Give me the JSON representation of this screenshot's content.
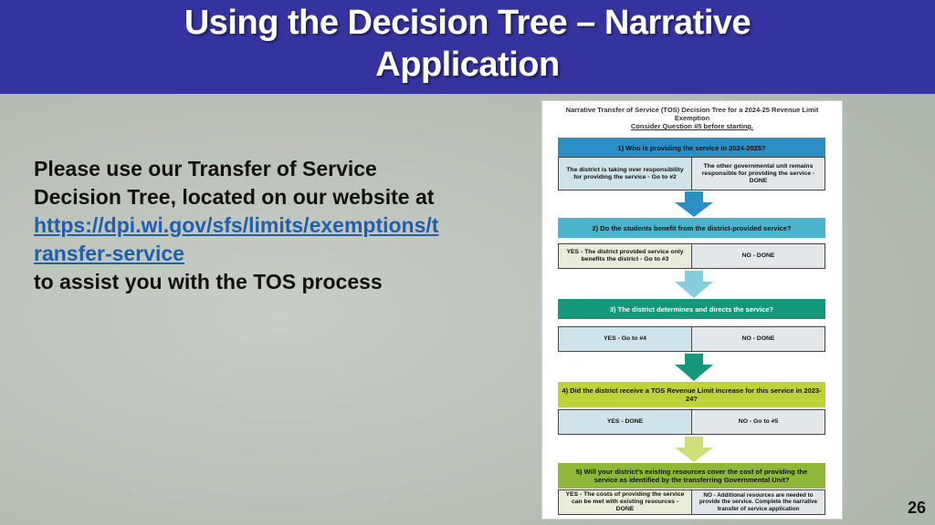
{
  "slide": {
    "title_line1": "Using the Decision Tree – Narrative",
    "title_line2": "Application",
    "body_line1": "Please use our Transfer of Service Decision Tree, located on our website at",
    "link": "https://dpi.wi.gov/sfs/limits/exemptions/transfer-service",
    "body_line2": "to assist you with the TOS process",
    "page_number": "26"
  },
  "tree": {
    "title": "Narrative Transfer of Service (TOS) Decision Tree for a 2024-25 Revenue Limit Exemption",
    "subtitle": "Consider Question #5 before starting.",
    "q1": "1)  Who is providing the service in 2024-2025?",
    "q1_a": "The district is taking over responsibility for providing the service - Go to #2",
    "q1_b": "The other governmental unit remains responsible for providing the service - DONE",
    "q2": "2)  Do the students benefit from the district-provided service?",
    "q2_a": "YES - The district provided service only benefits the district - Go to #3",
    "q2_b": "NO - DONE",
    "q3": "3)  The district determines and directs the service?",
    "q3_a": "YES - Go to #4",
    "q3_b": "NO - DONE",
    "q4": "4)  Did the district receive a TOS Revenue Limit increase for this service in 2023-24?",
    "q4_a": "YES - DONE",
    "q4_b": "NO - Go to #5",
    "q5": "5)  Will your district's existing resources cover the cost of providing the service as identified by the transferring Governmental Unit?",
    "q5_a": "YES - The costs of providing the service can be met with existing resources - DONE",
    "q5_b": "NO - Additional resources are needed to provide the service. Complete the narrative transfer of service application",
    "colors": {
      "header": "#3533a0",
      "q1": "#2b8fc6",
      "q2": "#4cb3cd",
      "q3": "#14977a",
      "q4": "#bfd23a",
      "q5": "#8fb83a",
      "answer_left": "#cfe3ea",
      "answer_right": "#e2e7ea"
    }
  }
}
